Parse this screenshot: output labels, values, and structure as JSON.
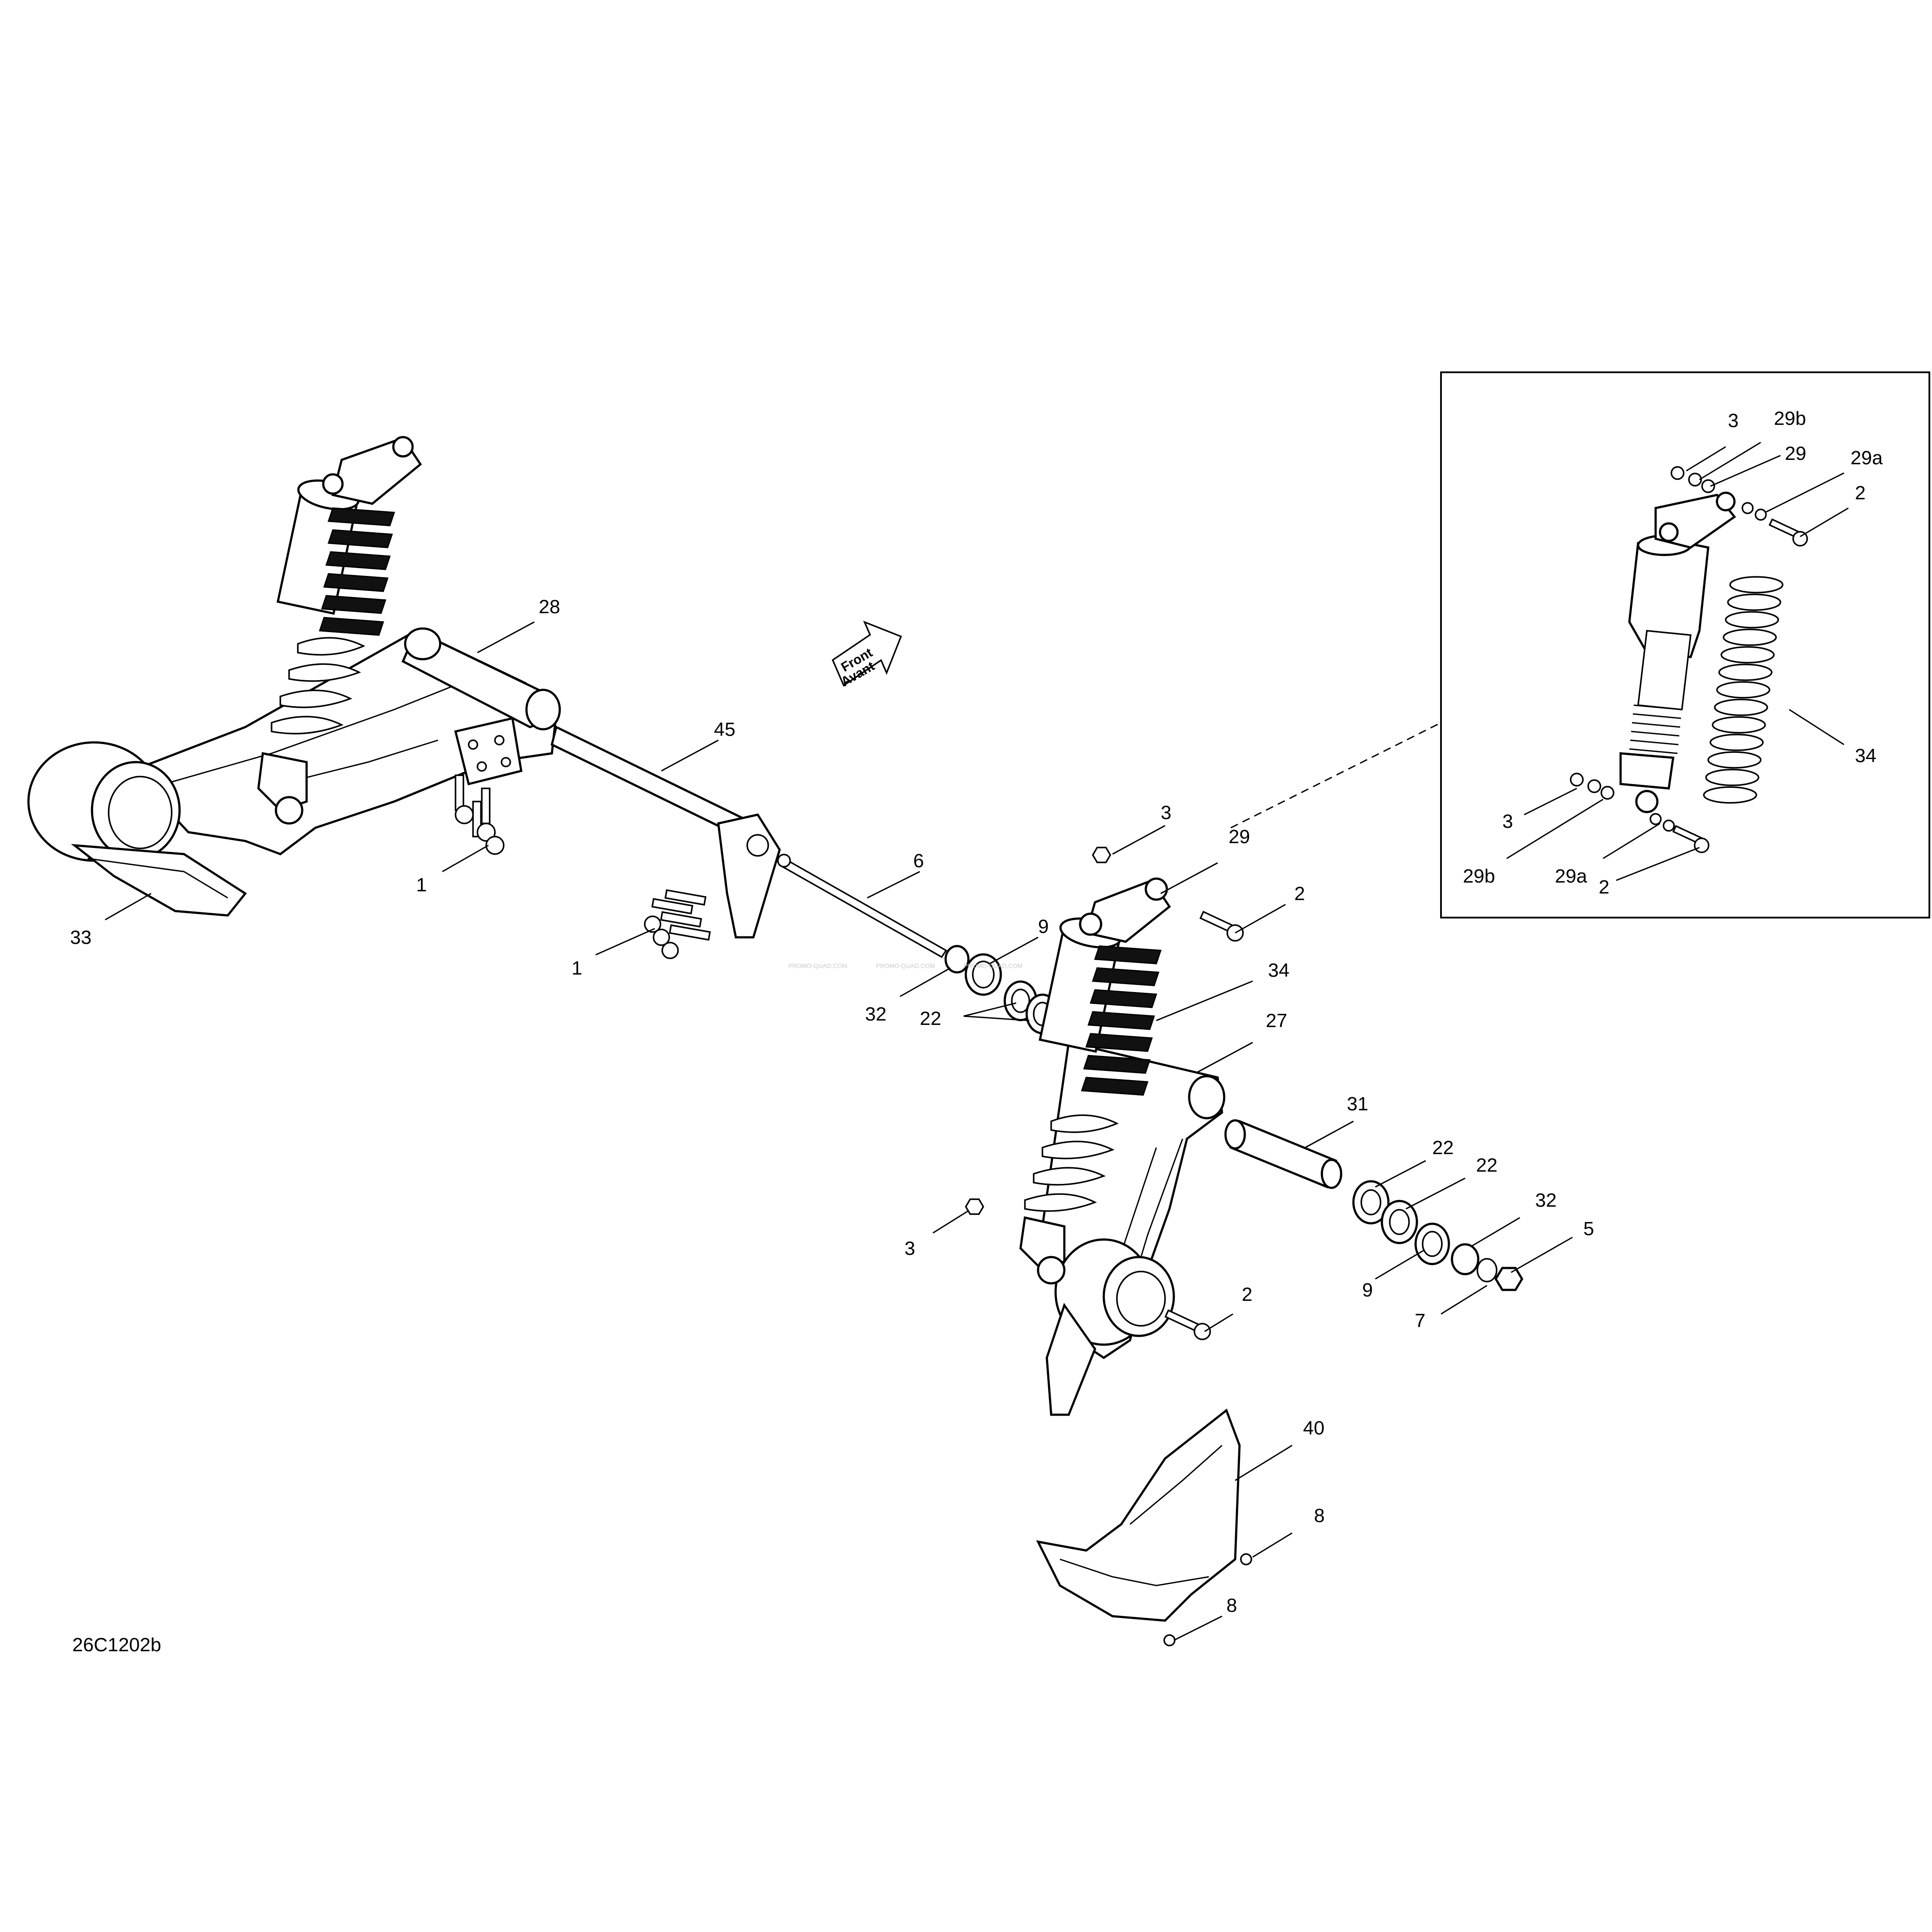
{
  "drawing_code": "26C1202b",
  "direction_marker": {
    "line1": "Front",
    "line2": "Avant"
  },
  "watermark": "PROMO-QUAD.COM",
  "callouts": {
    "main": {
      "c1a": "1",
      "c1b": "1",
      "c33": "33",
      "c28": "28",
      "c45": "45",
      "c6": "6",
      "c9a": "9",
      "c32a": "32",
      "c22a": "22",
      "c3a": "3",
      "c29": "29",
      "c2a": "2",
      "c34": "34",
      "c27": "27",
      "c31": "31",
      "c22b": "22",
      "c22c": "22",
      "c32b": "32",
      "c5": "5",
      "c9b": "9",
      "c7": "7",
      "c3b": "3",
      "c2b": "2",
      "c40": "40",
      "c8a": "8",
      "c8b": "8"
    },
    "inset": {
      "i3a": "3",
      "i29b_a": "29b",
      "i29": "29",
      "i29a_a": "29a",
      "i2a": "2",
      "i34": "34",
      "i3b": "3",
      "i29b_b": "29b",
      "i29a_b": "29a",
      "i2b": "2"
    }
  }
}
